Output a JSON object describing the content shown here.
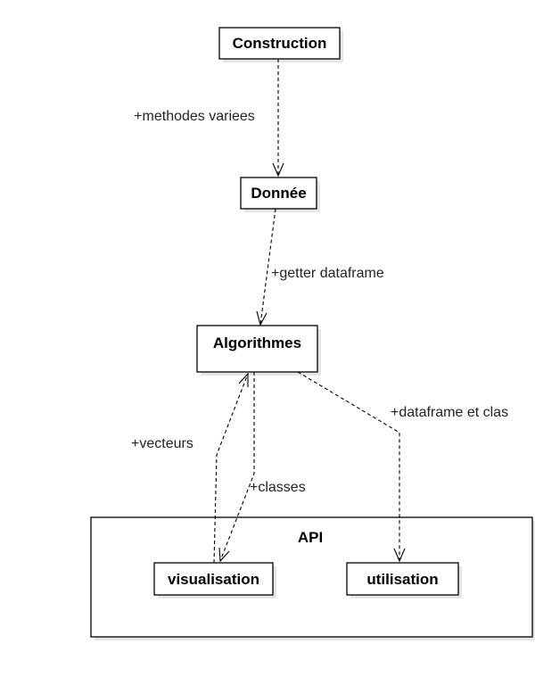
{
  "nodes": {
    "construction": "Construction",
    "donnee": "Donnée",
    "algorithmes": "Algorithmes",
    "api": "API",
    "visualisation": "visualisation",
    "utilisation": "utilisation"
  },
  "edges": {
    "construction_donnee": "+methodes variees",
    "donnee_algorithmes": "+getter dataframe",
    "algorithmes_utilisation": "+dataframe et clas",
    "visualisation_algorithmes": "+vecteurs",
    "algorithmes_visualisation": "+classes"
  }
}
